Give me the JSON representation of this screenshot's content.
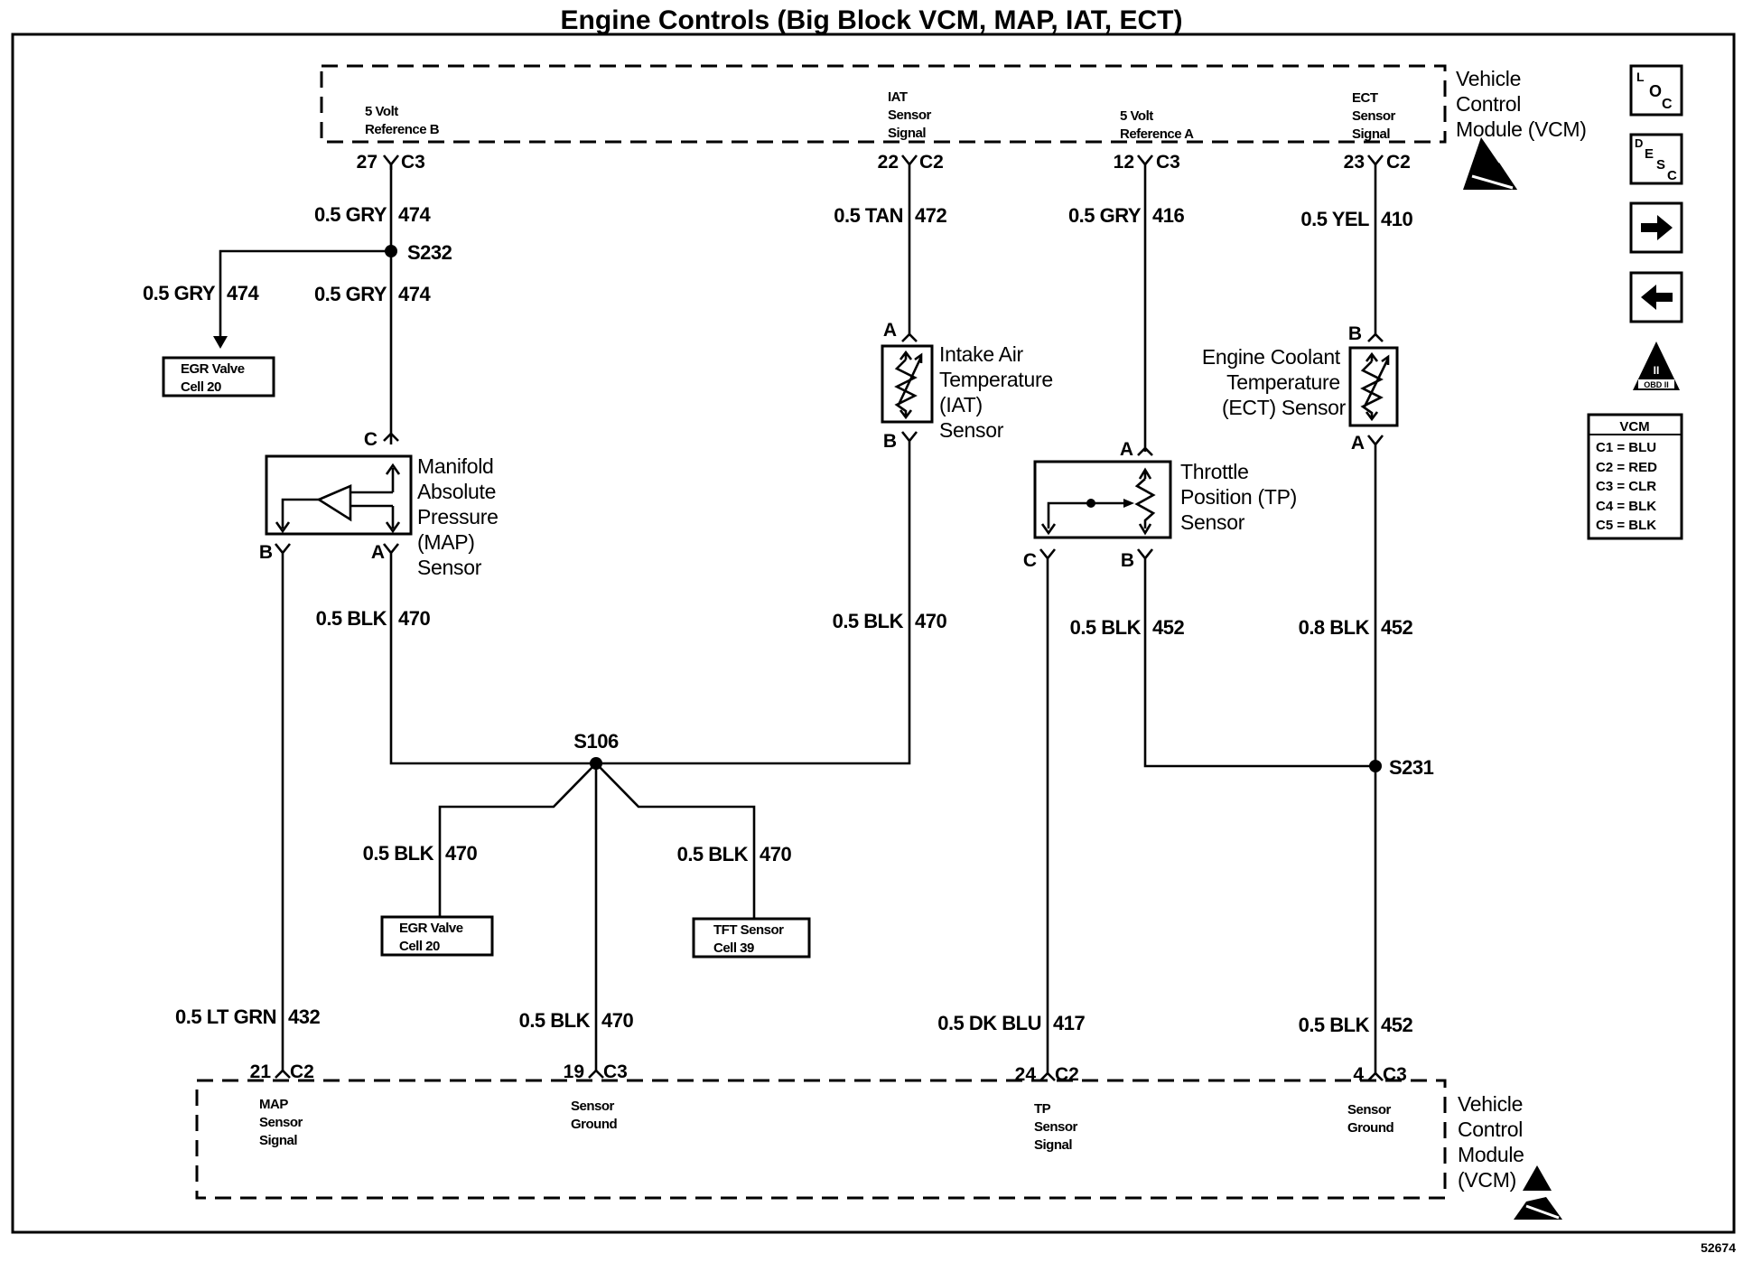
{
  "title": "Engine Controls (Big Block VCM, MAP, IAT, ECT)",
  "figure_number": "52674",
  "vcm_top": {
    "name_lines": [
      "Vehicle",
      "Control",
      "Module (VCM)"
    ],
    "terminals": [
      {
        "label_lines": [
          "5 Volt",
          "Reference B"
        ],
        "pin": "27",
        "connector": "C3"
      },
      {
        "label_lines": [
          "IAT",
          "Sensor",
          "Signal"
        ],
        "pin": "22",
        "connector": "C2"
      },
      {
        "label_lines": [
          "5 Volt",
          "Reference A"
        ],
        "pin": "12",
        "connector": "C3"
      },
      {
        "label_lines": [
          "ECT",
          "Sensor",
          "Signal"
        ],
        "pin": "23",
        "connector": "C2"
      }
    ]
  },
  "vcm_bottom": {
    "name_lines": [
      "Vehicle",
      "Control",
      "Module",
      "(VCM)"
    ],
    "terminals": [
      {
        "label_lines": [
          "MAP",
          "Sensor",
          "Signal"
        ],
        "pin": "21",
        "connector": "C2"
      },
      {
        "label_lines": [
          "Sensor",
          "Ground"
        ],
        "pin": "19",
        "connector": "C3"
      },
      {
        "label_lines": [
          "TP",
          "Sensor",
          "Signal"
        ],
        "pin": "24",
        "connector": "C2"
      },
      {
        "label_lines": [
          "Sensor",
          "Ground"
        ],
        "pin": "4",
        "connector": "C3"
      }
    ]
  },
  "wires": {
    "w474_top": {
      "size_color": "0.5 GRY",
      "circuit": "474"
    },
    "w474_egr": {
      "size_color": "0.5 GRY",
      "circuit": "474"
    },
    "w474_map": {
      "size_color": "0.5 GRY",
      "circuit": "474"
    },
    "w472": {
      "size_color": "0.5 TAN",
      "circuit": "472"
    },
    "w416": {
      "size_color": "0.5 GRY",
      "circuit": "416"
    },
    "w410": {
      "size_color": "0.5 YEL",
      "circuit": "410"
    },
    "w470_map": {
      "size_color": "0.5 BLK",
      "circuit": "470"
    },
    "w470_iat": {
      "size_color": "0.5 BLK",
      "circuit": "470"
    },
    "w452_tp": {
      "size_color": "0.5 BLK",
      "circuit": "452"
    },
    "w452_ect": {
      "size_color": "0.8 BLK",
      "circuit": "452"
    },
    "w470_egr": {
      "size_color": "0.5 BLK",
      "circuit": "470"
    },
    "w470_tft": {
      "size_color": "0.5 BLK",
      "circuit": "470"
    },
    "w432": {
      "size_color": "0.5 LT GRN",
      "circuit": "432"
    },
    "w470_gnd": {
      "size_color": "0.5 BLK",
      "circuit": "470"
    },
    "w417": {
      "size_color": "0.5 DK BLU",
      "circuit": "417"
    },
    "w452_gnd": {
      "size_color": "0.5 BLK",
      "circuit": "452"
    }
  },
  "splices": {
    "s232": "S232",
    "s106": "S106",
    "s231": "S231"
  },
  "components": {
    "map": {
      "name_lines": [
        "Manifold",
        "Absolute",
        "Pressure",
        "(MAP)",
        "Sensor"
      ],
      "pins": {
        "c": "C",
        "b": "B",
        "a": "A"
      }
    },
    "iat": {
      "name_lines": [
        "Intake Air",
        "Temperature",
        "(IAT)",
        "Sensor"
      ],
      "pins": {
        "a": "A",
        "b": "B"
      }
    },
    "ect": {
      "name_lines": [
        "Engine Coolant",
        "Temperature",
        "(ECT) Sensor"
      ],
      "pins": {
        "b": "B",
        "a": "A"
      }
    },
    "tp": {
      "name_lines": [
        "Throttle",
        "Position (TP)",
        "Sensor"
      ],
      "pins": {
        "a": "A",
        "c": "C",
        "b": "B"
      }
    }
  },
  "references": {
    "egr_top": [
      "EGR Valve",
      "Cell 20"
    ],
    "egr_bottom": [
      "EGR Valve",
      "Cell 20"
    ],
    "tft": [
      "TFT Sensor",
      "Cell 39"
    ]
  },
  "side_icons": {
    "loc": {
      "letters": [
        "L",
        "O",
        "C"
      ]
    },
    "desc": {
      "letters": [
        "D",
        "E",
        "S",
        "C"
      ]
    },
    "next": "right-arrow",
    "prev": "left-arrow",
    "obd": {
      "numeral": "II",
      "text": "OBD II"
    }
  },
  "connector_legend": {
    "header": "VCM",
    "rows": [
      "C1 = BLU",
      "C2 = RED",
      "C3 = CLR",
      "C4 = BLK",
      "C5 = BLK"
    ]
  }
}
